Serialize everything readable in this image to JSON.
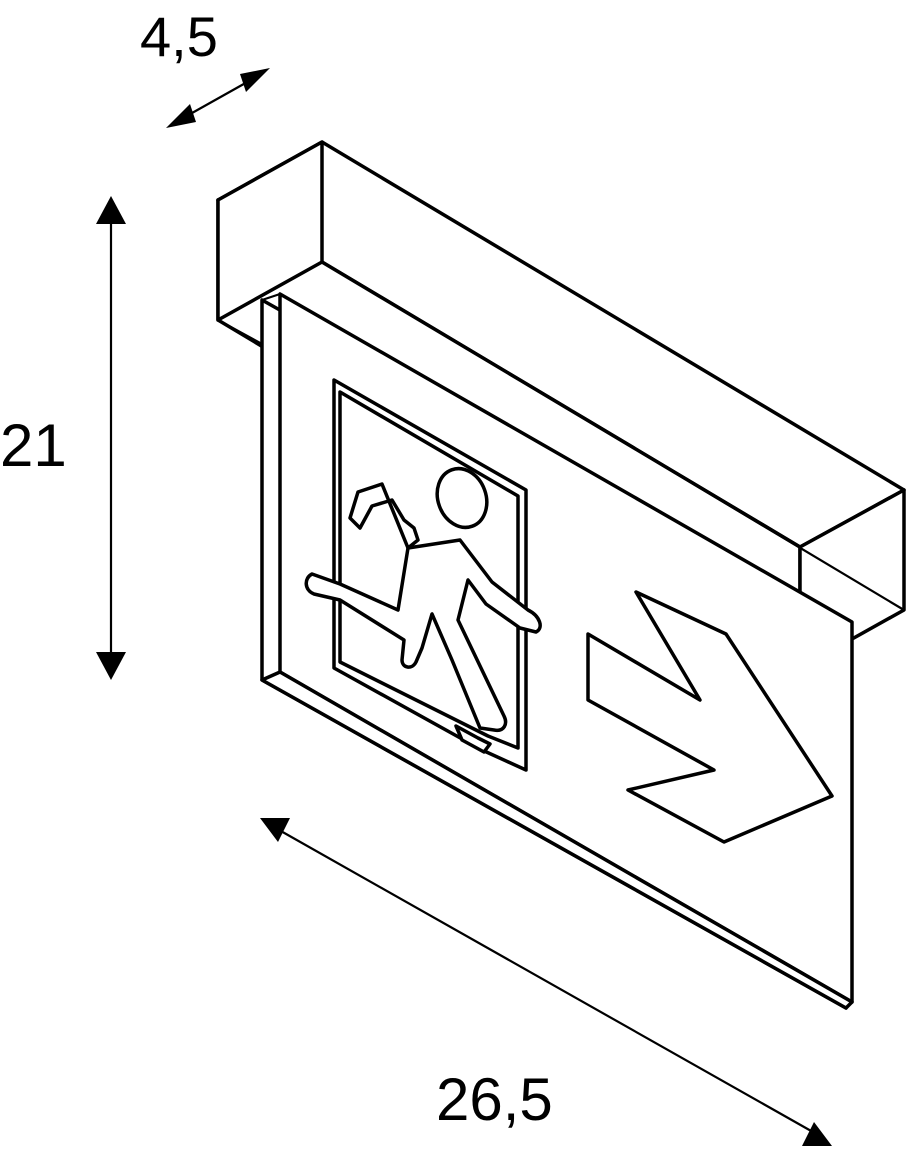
{
  "dimensions": {
    "depth": "4,5",
    "height": "21",
    "width": "26,5"
  },
  "figure": {
    "subject": "exit-sign-luminaire",
    "pictogram": "running-man-exit",
    "direction_arrow": "right"
  }
}
